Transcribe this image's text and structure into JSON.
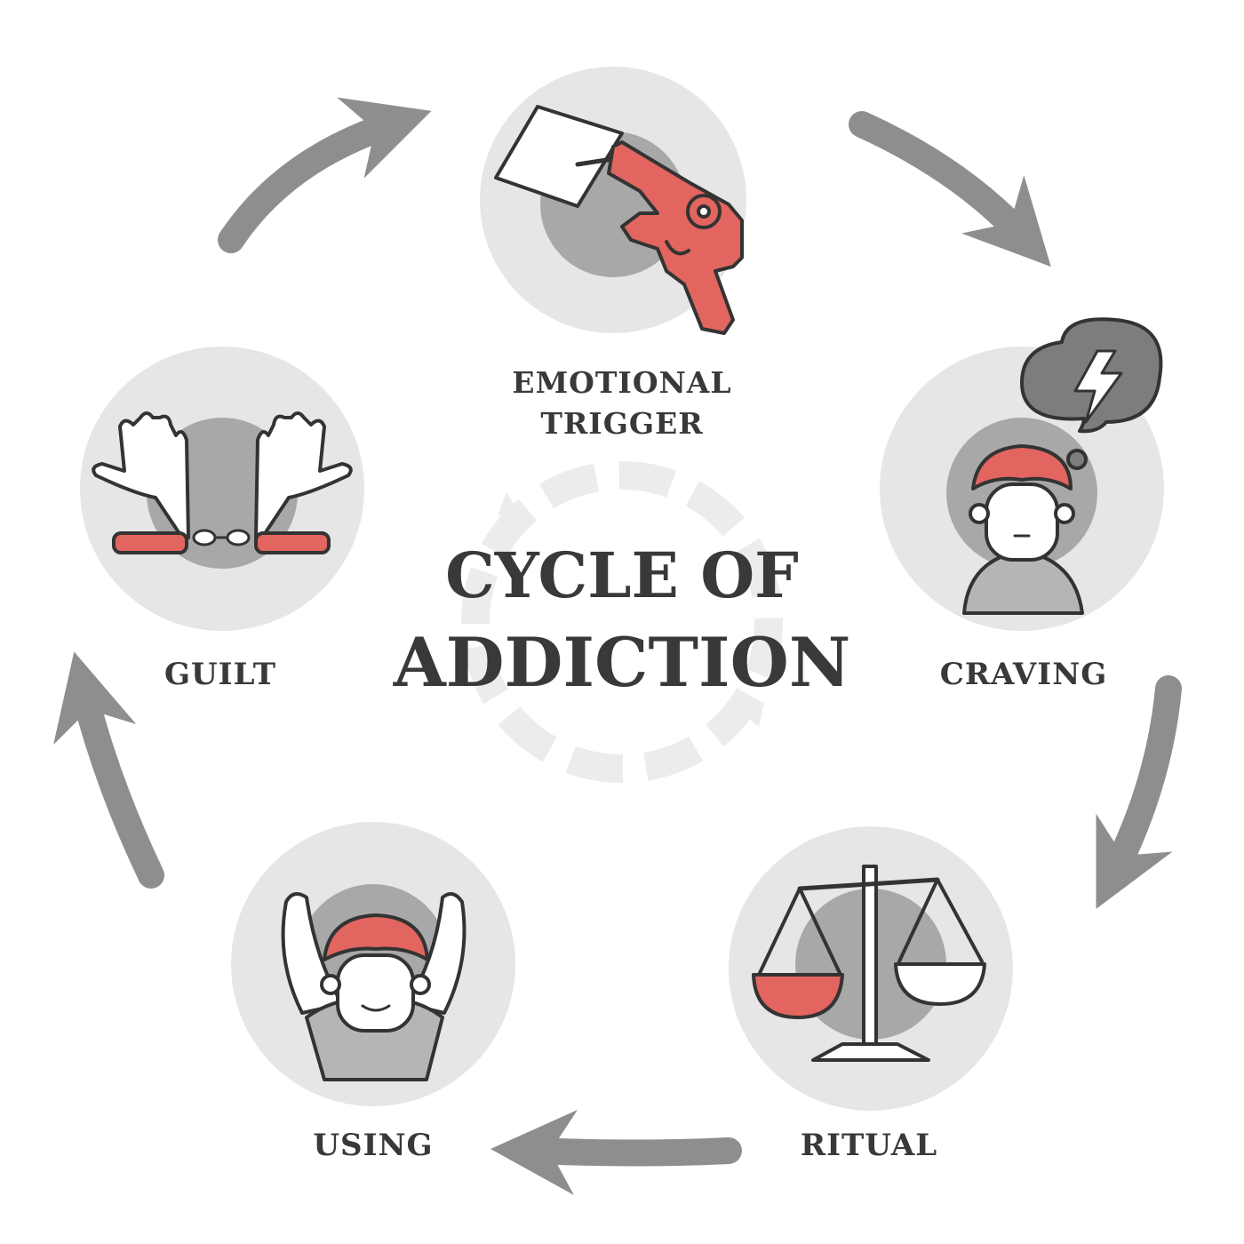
{
  "title": {
    "line1": "CYCLE OF",
    "line2": "ADDICTION"
  },
  "stages": [
    {
      "id": "emotional-trigger",
      "lines": [
        "EMOTIONAL",
        "TRIGGER"
      ],
      "icon": "revolver-white-flag-icon"
    },
    {
      "id": "craving",
      "lines": [
        "CRAVING"
      ],
      "icon": "person-thought-bubble-lightning-icon"
    },
    {
      "id": "ritual",
      "lines": [
        "RITUAL"
      ],
      "icon": "balance-scale-icon"
    },
    {
      "id": "using",
      "lines": [
        "USING"
      ],
      "icon": "person-arms-raised-icon"
    },
    {
      "id": "guilt",
      "lines": [
        "GUILT"
      ],
      "icon": "handcuffed-hands-icon"
    }
  ],
  "colors": {
    "accent_red": "#e2655f",
    "arrow_gray": "#8e8e8e",
    "circle_light": "#e6e6e6",
    "circle_dark": "#a8a8a8",
    "text_dark": "#3a3838",
    "ring_light": "#e9e9e9"
  }
}
